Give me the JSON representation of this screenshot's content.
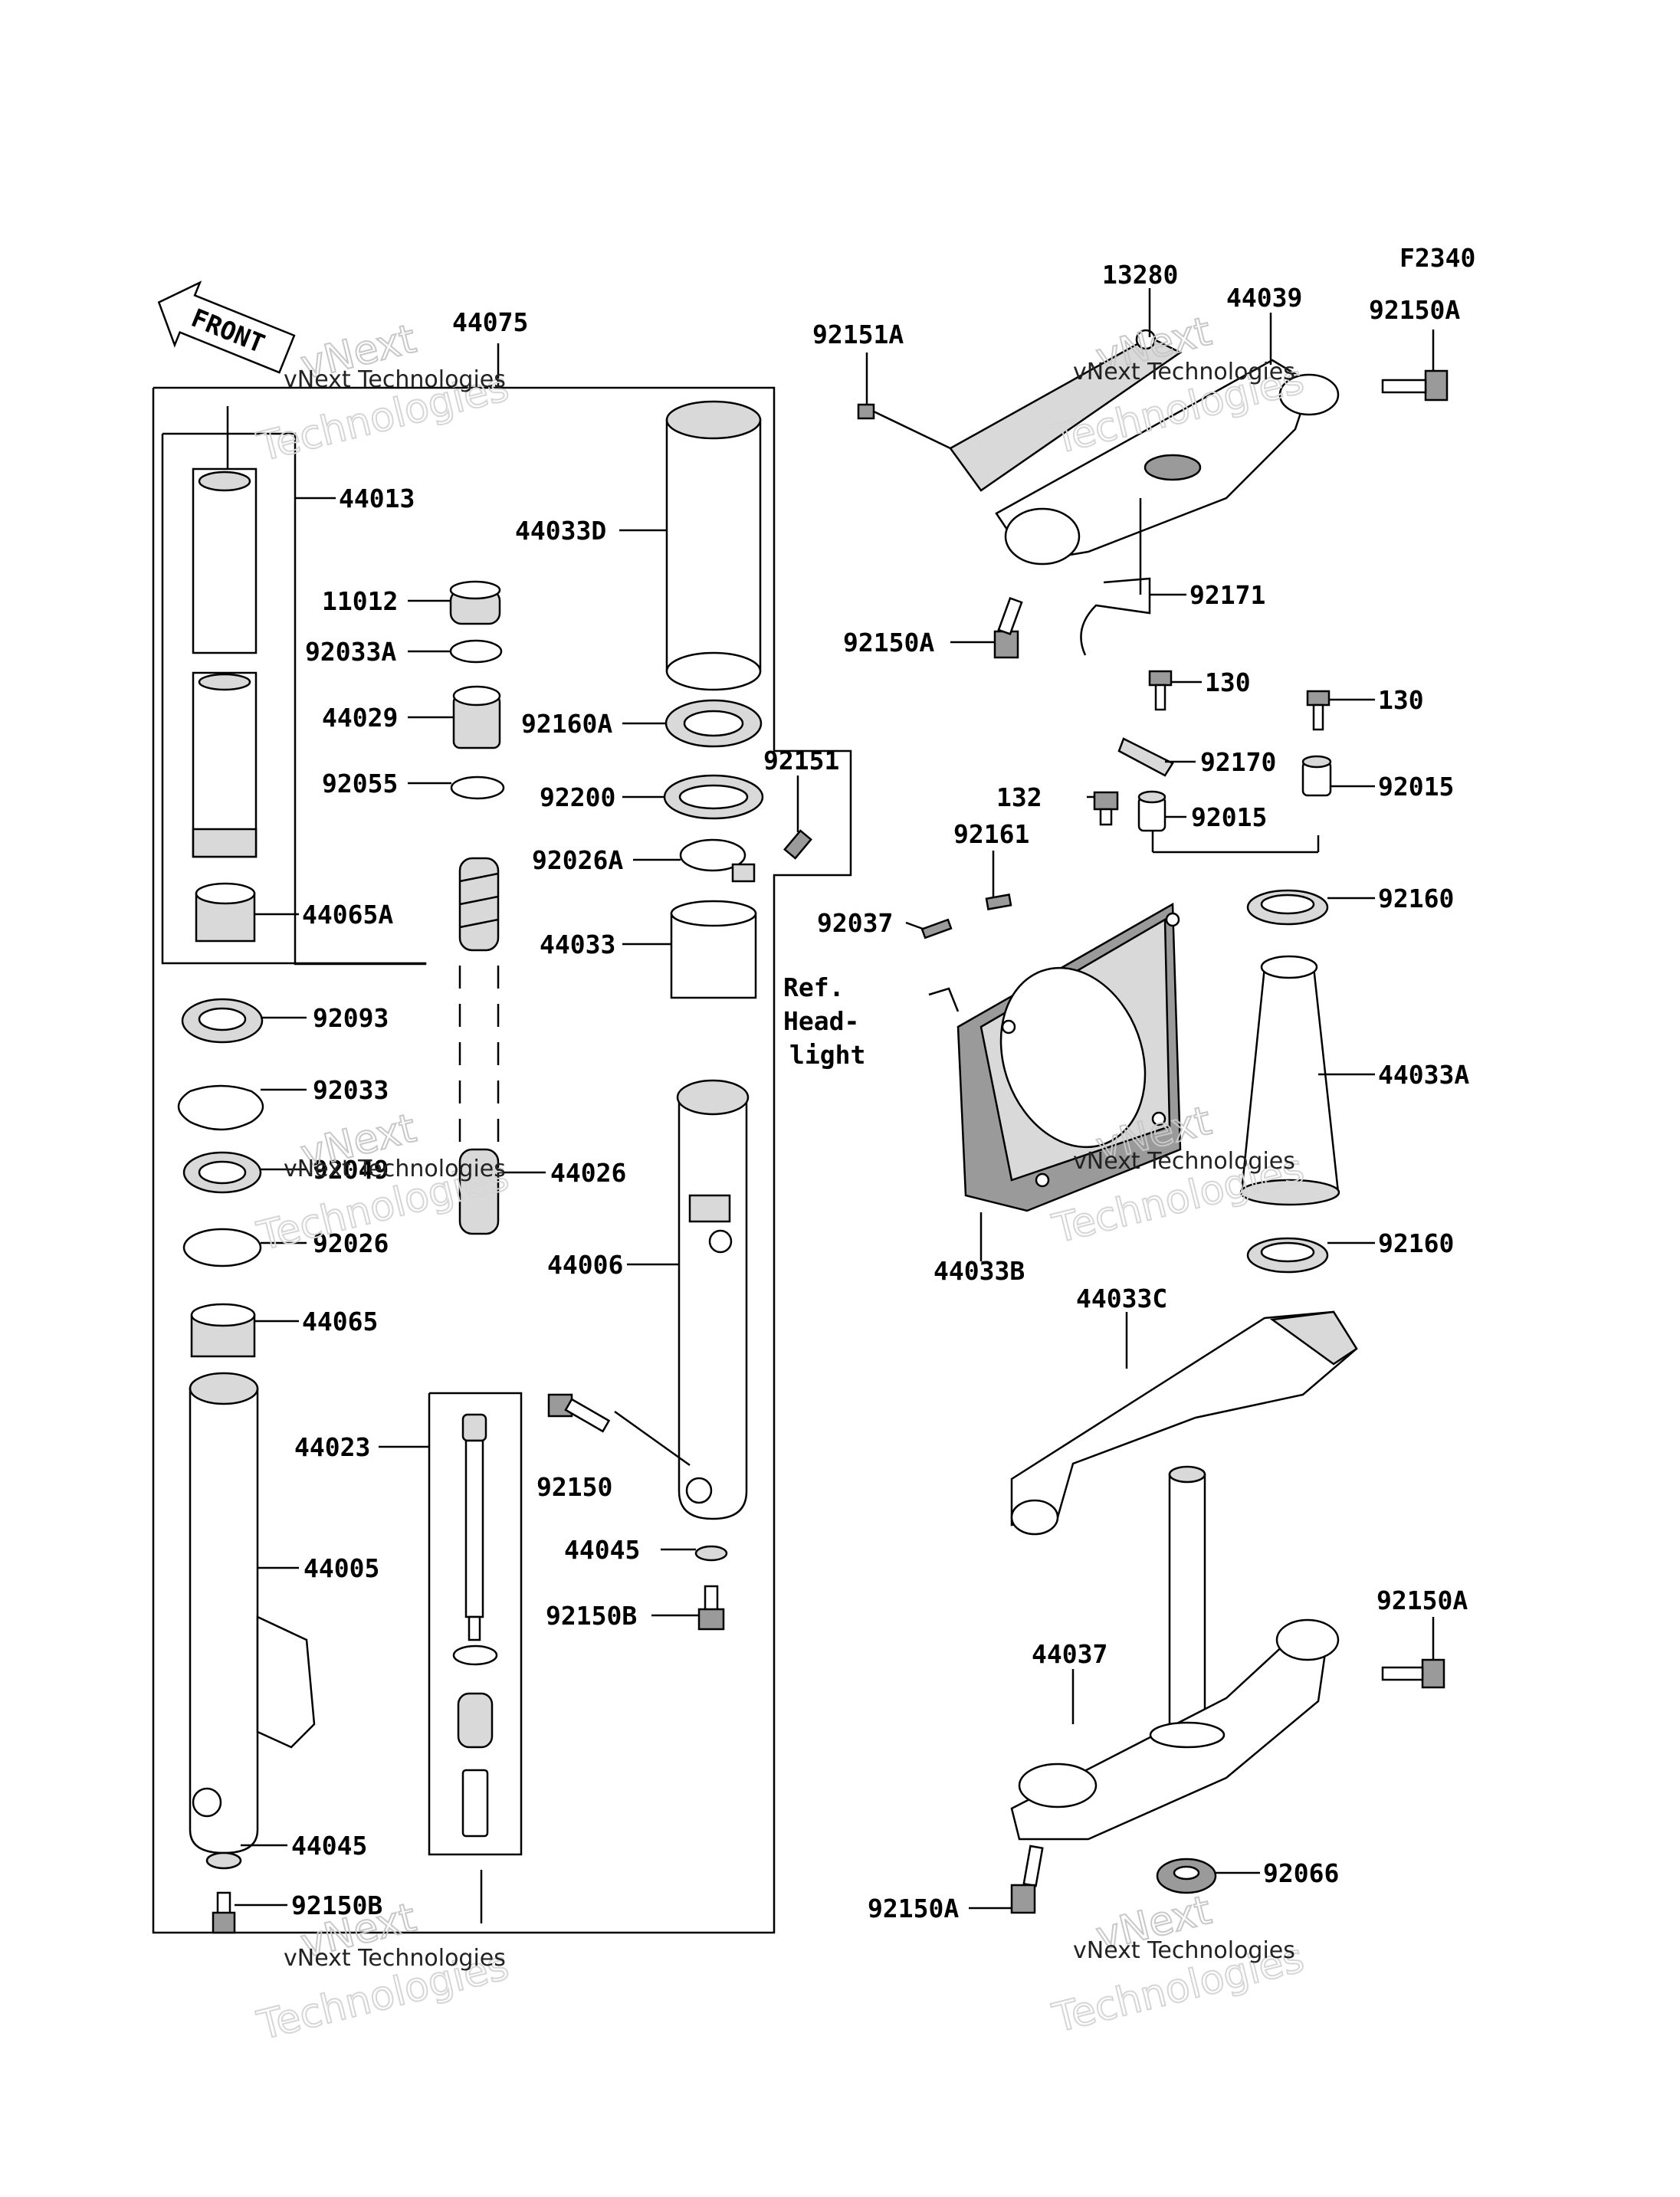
{
  "figure_code": "F2340",
  "front_label": "FRONT",
  "reference_label": [
    "Ref.",
    "Head-",
    "light"
  ],
  "watermark": {
    "line1": "vNext Technologies",
    "line2": "vNext",
    "line3": "Technologies"
  },
  "parts": {
    "p44075": "44075",
    "p44013": "44013",
    "p11012": "11012",
    "p92033A": "92033A",
    "p44029": "44029",
    "p92055": "92055",
    "p44065A": "44065A",
    "p92093": "92093",
    "p92033": "92033",
    "p92049": "92049",
    "p92026": "92026",
    "p44065": "44065",
    "p44023": "44023",
    "p44005": "44005",
    "p44045_left": "44045",
    "p92150B_left": "92150B",
    "p44033D": "44033D",
    "p92160A": "92160A",
    "p92200": "92200",
    "p92151": "92151",
    "p92026A": "92026A",
    "p44033": "44033",
    "p44026": "44026",
    "p44006": "44006",
    "p92150": "92150",
    "p44045_right": "44045",
    "p92150B_right": "92150B",
    "p92151A": "92151A",
    "p13280": "13280",
    "p44039": "44039",
    "p92150A_top": "92150A",
    "p92171": "92171",
    "p92150A_bracket": "92150A",
    "p130_a": "130",
    "p130_b": "130",
    "p92170": "92170",
    "p92015_a": "92015",
    "p132": "132",
    "p92015_b": "92015",
    "p92161": "92161",
    "p92037": "92037",
    "p92160_top": "92160",
    "p44033A": "44033A",
    "p44033B": "44033B",
    "p92160_bottom": "92160",
    "p44033C": "44033C",
    "p92150A_right": "92150A",
    "p44037": "44037",
    "p92066": "92066",
    "p92150A_bottom": "92150A"
  }
}
